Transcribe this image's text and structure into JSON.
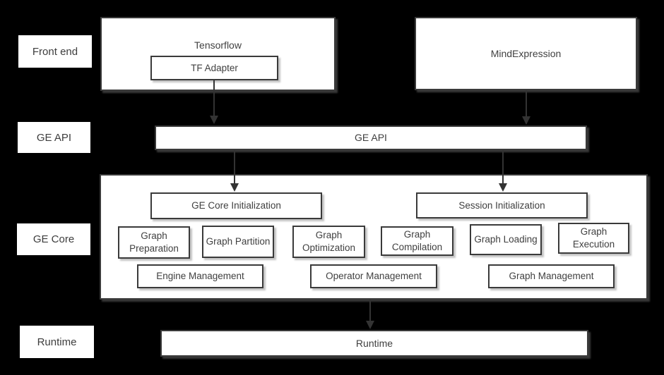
{
  "row_labels": {
    "front_end": "Front end",
    "ge_api": "GE API",
    "ge_core": "GE Core",
    "runtime": "Runtime"
  },
  "front_end": {
    "tensorflow": "Tensorflow",
    "tf_adapter": "TF Adapter",
    "mind_expression": "MindExpression"
  },
  "ge_api": {
    "bar": "GE API"
  },
  "ge_core": {
    "ge_core_init": "GE Core Initialization",
    "graph_preparation": "Graph Preparation",
    "graph_partition": "Graph Partition",
    "graph_optimization": "Graph Optimization",
    "engine_management": "Engine Management",
    "operator_management": "Operator Management",
    "session_init": "Session Initialization",
    "graph_compilation": "Graph Compilation",
    "graph_loading": "Graph Loading",
    "graph_execution": "Graph Execution",
    "graph_management": "Graph Management"
  },
  "runtime": {
    "bar": "Runtime"
  },
  "arrows": [
    {
      "from": "TF Adapter",
      "to": "GE API"
    },
    {
      "from": "MindExpression",
      "to": "GE API"
    },
    {
      "from": "GE API",
      "to": "GE Core Initialization"
    },
    {
      "from": "GE API",
      "to": "Session Initialization"
    },
    {
      "from": "GE Core",
      "to": "Runtime"
    }
  ],
  "colors": {
    "background": "#000000",
    "box_fill": "#ffffff",
    "box_border": "#3a3a3a",
    "text": "#404040",
    "arrow": "#333333"
  }
}
